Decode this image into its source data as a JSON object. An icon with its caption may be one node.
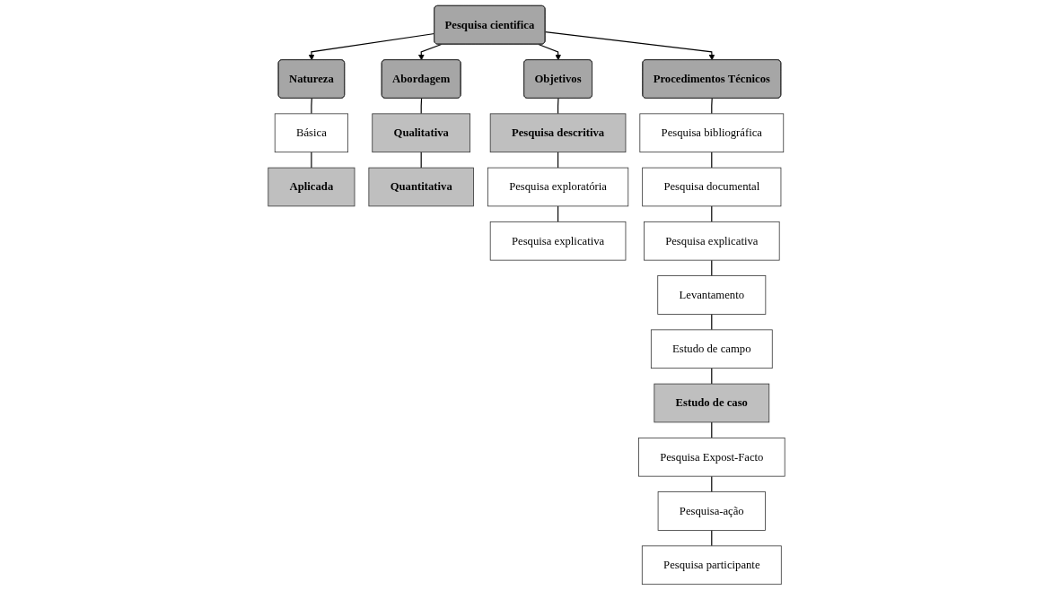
{
  "diagram": {
    "nodes": [
      {
        "text": [
          "Pesquisa cientifica"
        ]
      },
      {
        "text": [
          "Natureza"
        ]
      },
      {
        "text": [
          "Abordagem"
        ]
      },
      {
        "text": [
          "Objetivos"
        ]
      },
      {
        "text": [
          "Procedimentos Técnicos"
        ]
      },
      {
        "text": [
          "Básica"
        ]
      },
      {
        "text": [
          "Aplicada"
        ]
      },
      {
        "text": [
          "Qualitativa"
        ]
      },
      {
        "text": [
          "Quantitativa"
        ]
      },
      {
        "text": [
          "Pesquisa descritiva"
        ]
      },
      {
        "text": [
          "Pesquisa exploratória"
        ]
      },
      {
        "text": [
          "Pesquisa explicativa"
        ]
      },
      {
        "text": [
          "Pesquisa bibliográfica"
        ]
      },
      {
        "text": [
          "Pesquisa documental"
        ]
      },
      {
        "text": [
          "Pesquisa explicativa"
        ]
      },
      {
        "text": [
          "Levantamento"
        ]
      },
      {
        "text": [
          "Estudo de campo"
        ]
      },
      {
        "text": [
          "Estudo de caso"
        ]
      },
      {
        "text": [
          "Pesquisa Expost-Facto"
        ]
      },
      {
        "text": [
          "Pesquisa-ação"
        ]
      },
      {
        "text": [
          "Pesquisa participante"
        ]
      }
    ],
    "edges": [
      {
        "from": 0,
        "to": 1,
        "arrow": "to"
      },
      {
        "from": 0,
        "to": 2,
        "arrow": "to"
      },
      {
        "from": 0,
        "to": 3,
        "arrow": "to"
      },
      {
        "from": 0,
        "to": 4,
        "arrow": "to"
      },
      {
        "from": 1,
        "to": 5,
        "arrow": "none"
      },
      {
        "from": 5,
        "to": 6,
        "arrow": "none"
      },
      {
        "from": 2,
        "to": 7,
        "arrow": "none"
      },
      {
        "from": 7,
        "to": 8,
        "arrow": "none"
      },
      {
        "from": 3,
        "to": 9,
        "arrow": "none"
      },
      {
        "from": 9,
        "to": 10,
        "arrow": "none"
      },
      {
        "from": 10,
        "to": 11,
        "arrow": "none"
      },
      {
        "from": 4,
        "to": 12,
        "arrow": "none"
      },
      {
        "from": 12,
        "to": 13,
        "arrow": "none"
      },
      {
        "from": 13,
        "to": 14,
        "arrow": "none"
      },
      {
        "from": 14,
        "to": 15,
        "arrow": "none"
      },
      {
        "from": 15,
        "to": 16,
        "arrow": "none"
      },
      {
        "from": 16,
        "to": 17,
        "arrow": "none"
      },
      {
        "from": 17,
        "to": 18,
        "arrow": "none"
      },
      {
        "from": 18,
        "to": 19,
        "arrow": "none"
      },
      {
        "from": 19,
        "to": 20,
        "arrow": "none"
      }
    ]
  }
}
